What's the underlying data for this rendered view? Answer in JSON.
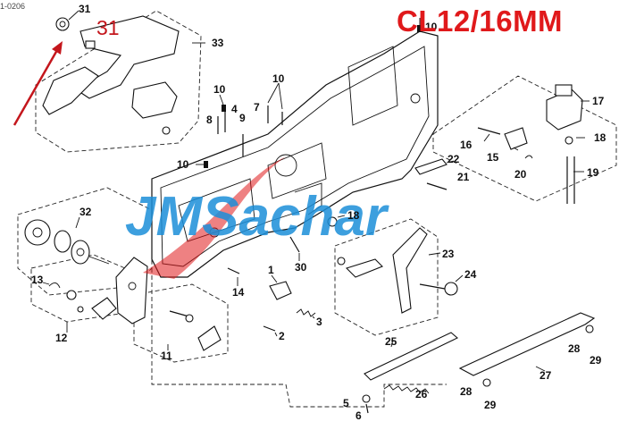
{
  "reference_code": "1-0206",
  "model_title": "CL12/16MM",
  "callout": {
    "number": "31",
    "color": "#c4161c"
  },
  "watermark": {
    "text": "JMSachar",
    "color": "#1c8fd9",
    "swoosh_color": "#e0191b"
  },
  "part_labels": [
    {
      "id": "l31",
      "text": "31"
    },
    {
      "id": "l33",
      "text": "33"
    },
    {
      "id": "l10a",
      "text": "10"
    },
    {
      "id": "l10b",
      "text": "10"
    },
    {
      "id": "l10c",
      "text": "10"
    },
    {
      "id": "l10d",
      "text": "10"
    },
    {
      "id": "l7",
      "text": "7"
    },
    {
      "id": "l8",
      "text": "8"
    },
    {
      "id": "l4",
      "text": "4"
    },
    {
      "id": "l9",
      "text": "9"
    },
    {
      "id": "l17",
      "text": "17"
    },
    {
      "id": "l16",
      "text": "16"
    },
    {
      "id": "l18a",
      "text": "18"
    },
    {
      "id": "l15",
      "text": "15"
    },
    {
      "id": "l20",
      "text": "20"
    },
    {
      "id": "l19",
      "text": "19"
    },
    {
      "id": "l22",
      "text": "22"
    },
    {
      "id": "l21",
      "text": "21"
    },
    {
      "id": "l18b",
      "text": "18"
    },
    {
      "id": "l32",
      "text": "32"
    },
    {
      "id": "l23",
      "text": "23"
    },
    {
      "id": "l24",
      "text": "24"
    },
    {
      "id": "l30",
      "text": "30"
    },
    {
      "id": "l14",
      "text": "14"
    },
    {
      "id": "l1",
      "text": "1"
    },
    {
      "id": "l13",
      "text": "13"
    },
    {
      "id": "l3",
      "text": "3"
    },
    {
      "id": "l12",
      "text": "12"
    },
    {
      "id": "l11",
      "text": "11"
    },
    {
      "id": "l2",
      "text": "2"
    },
    {
      "id": "l25",
      "text": "25"
    },
    {
      "id": "l27",
      "text": "27"
    },
    {
      "id": "l28a",
      "text": "28"
    },
    {
      "id": "l29a",
      "text": "29"
    },
    {
      "id": "l28b",
      "text": "28"
    },
    {
      "id": "l29b",
      "text": "29"
    },
    {
      "id": "l26",
      "text": "26"
    },
    {
      "id": "l5",
      "text": "5"
    },
    {
      "id": "l6",
      "text": "6"
    }
  ]
}
